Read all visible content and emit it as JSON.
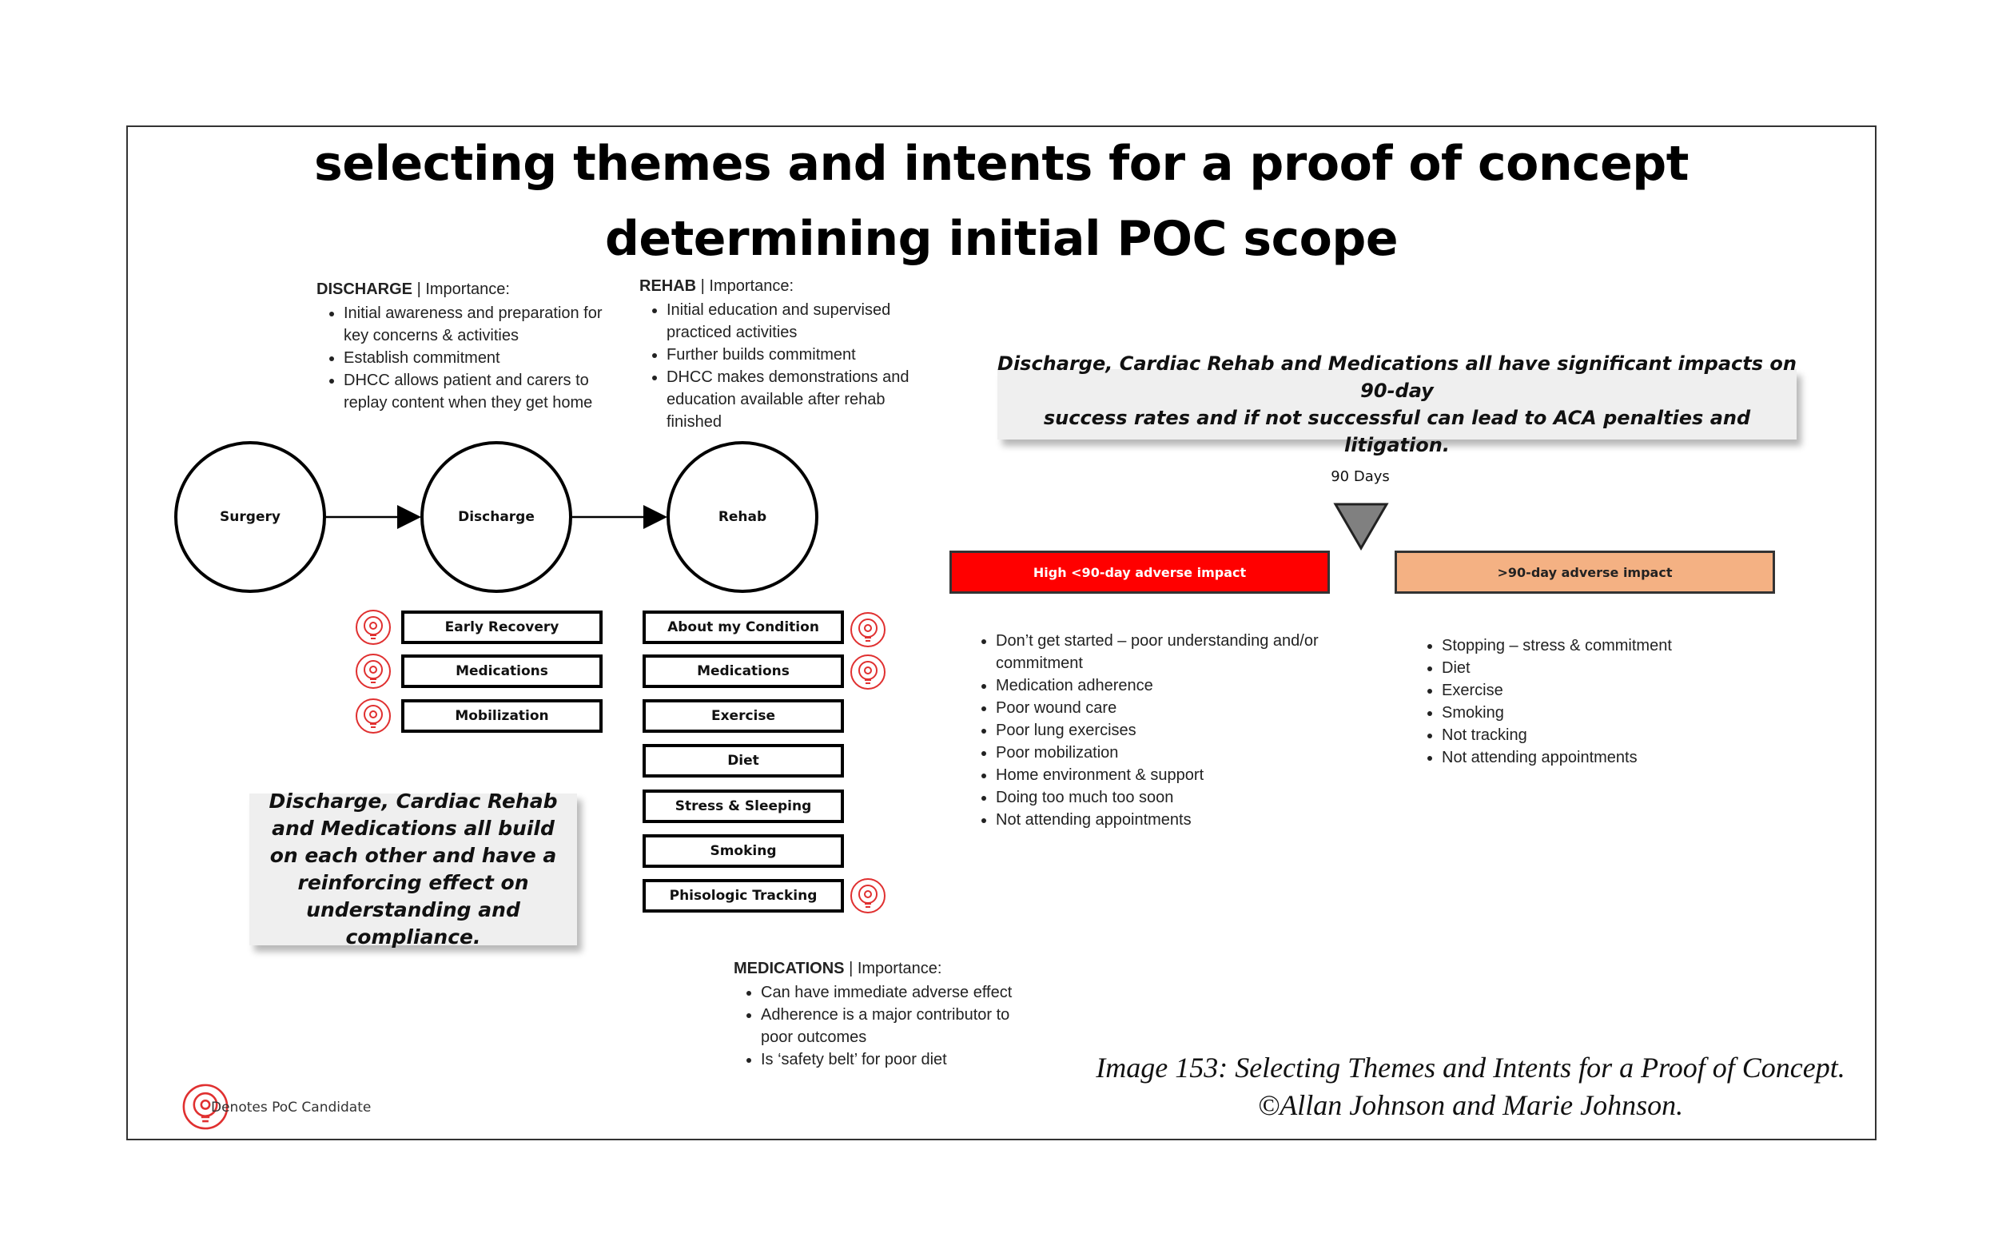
{
  "title": {
    "line1": "selecting themes and intents for a proof of concept",
    "line2": "determining initial POC scope"
  },
  "discharge_importance": {
    "heading": "DISCHARGE",
    "sep": " | Importance:",
    "items": [
      "Initial awareness and preparation for key concerns & activities",
      "Establish commitment",
      "DHCC allows patient and carers to replay content when they get home"
    ]
  },
  "rehab_importance": {
    "heading": "REHAB",
    "sep": " | Importance:",
    "items": [
      "Initial education and supervised practiced activities",
      "Further builds commitment",
      "DHCC makes demonstrations and education available after rehab finished"
    ]
  },
  "medications_importance": {
    "heading": "MEDICATIONS",
    "sep": " | Importance:",
    "items": [
      "Can have immediate adverse effect",
      "Adherence is a major contributor to poor outcomes",
      "Is ‘safety belt’ for poor diet"
    ]
  },
  "flow": {
    "nodes": [
      "Surgery",
      "Discharge",
      "Rehab"
    ]
  },
  "discharge_boxes": [
    "Early Recovery",
    "Medications",
    "Mobilization"
  ],
  "rehab_boxes": [
    "About my Condition",
    "Medications",
    "Exercise",
    "Diet",
    "Stress & Sleeping",
    "Smoking",
    "Phisologic Tracking"
  ],
  "callout_left": "Discharge, Cardiac Rehab and Medications all build on each other and have a reinforcing effect on understanding and compliance.",
  "callout_right": {
    "line1": "Discharge, Cardiac Rehab and Medications all have significant impacts on 90-day",
    "line2": "success rates and if not successful can lead to ACA penalties and litigation."
  },
  "timeline": {
    "marker_label": "90 Days",
    "high_label": "High <90-day adverse impact",
    "low_label": ">90-day adverse impact",
    "high_color": "#ff0000",
    "low_color": "#f4b183",
    "marker_color": "#808080"
  },
  "high_impacts": [
    "Don’t get started – poor understanding and/or commitment",
    "Medication adherence",
    "Poor wound care",
    "Poor lung exercises",
    "Poor mobilization",
    "Home environment & support",
    "Doing too much too soon",
    "Not attending appointments"
  ],
  "low_impacts": [
    "Stopping – stress & commitment",
    "Diet",
    "Exercise",
    "Smoking",
    "Not tracking",
    "Not attending appointments"
  ],
  "legend": {
    "icon": "poc-candidate-icon",
    "label": "Denotes PoC Candidate",
    "icon_color": "#e03030"
  },
  "caption": {
    "line1": "Image 153: Selecting Themes and Intents for a Proof of Concept.",
    "line2": "©Allan Johnson and Marie Johnson."
  }
}
